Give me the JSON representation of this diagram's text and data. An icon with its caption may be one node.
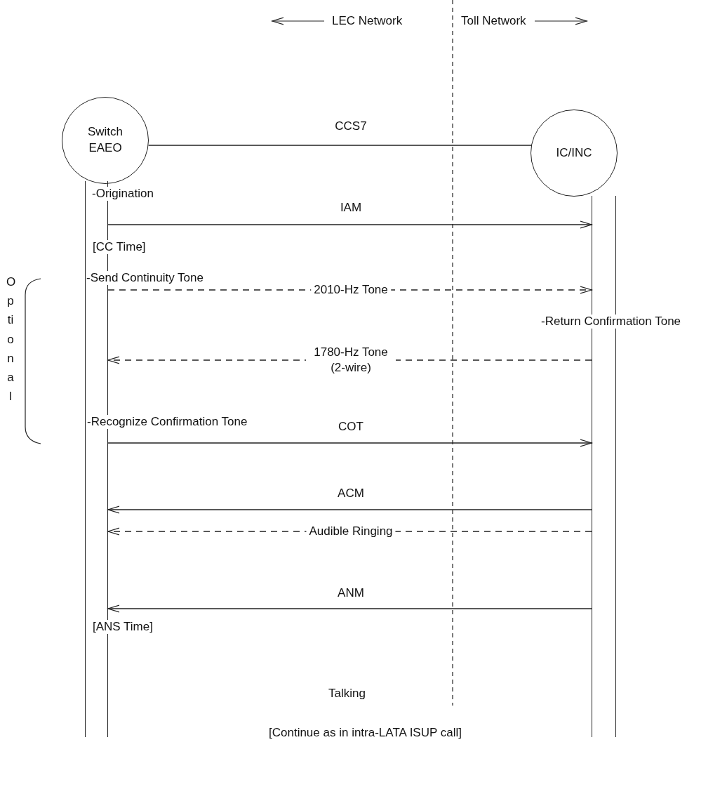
{
  "diagram": {
    "nodes": [
      {
        "text": [
          "Switch EAEO"
        ]
      },
      {
        "text": [
          "IC/INC"
        ]
      },
      {
        "text": [],
        "shape": "bar"
      },
      {
        "text": [],
        "shape": "bar"
      }
    ],
    "edges": [
      {
        "from": 0,
        "to": 1,
        "arrow": "none",
        "label": "CCS7"
      },
      {
        "from": 2,
        "to": 3,
        "arrow": "to",
        "label": "IAM"
      },
      {
        "from": 2,
        "to": 3,
        "arrow": "to",
        "label": "2010-Hz Tone",
        "style": "dashed"
      },
      {
        "from": 3,
        "to": 2,
        "arrow": "to",
        "label": "1780-Hz Tone (2-wire)",
        "style": "dashed"
      },
      {
        "from": 2,
        "to": 3,
        "arrow": "to",
        "label": "COT"
      },
      {
        "from": 3,
        "to": 2,
        "arrow": "to",
        "label": "ACM"
      },
      {
        "from": 3,
        "to": 2,
        "arrow": "to",
        "label": "Audible Ringing",
        "style": "dashed"
      },
      {
        "from": 3,
        "to": 2,
        "arrow": "to",
        "label": "ANM"
      }
    ],
    "labels": [
      "LEC Network",
      "Toll Network",
      "-Origination",
      "[CC Time]",
      "Optional",
      "-Send Continuity Tone",
      "-Return Confirmation Tone",
      "-Recognize Confirmation Tone",
      "[ANS Time]",
      "Talking",
      "[Continue as in intra-LATA ISUP call]"
    ]
  }
}
